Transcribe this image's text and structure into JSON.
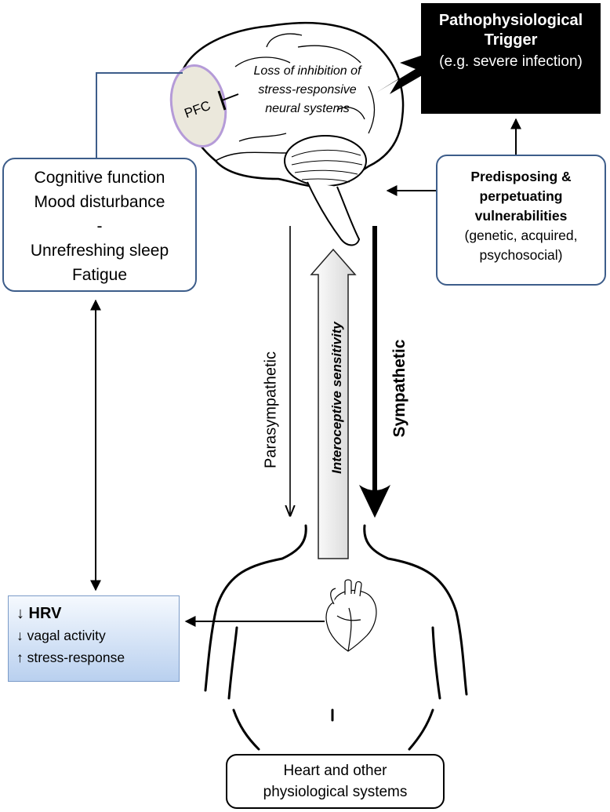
{
  "trigger": {
    "title": "Pathophysiological Trigger",
    "detail": "(e.g. severe infection)"
  },
  "vulnerabilities": {
    "title_line1": "Predisposing &",
    "title_line2": "perpetuating",
    "title_line3": "vulnerabilities",
    "detail_line1": "(genetic, acquired,",
    "detail_line2": "psychosocial)"
  },
  "symptoms": {
    "lines": [
      "Cognitive function",
      "Mood disturbance",
      "-",
      "Unrefreshing sleep",
      "Fatigue"
    ]
  },
  "brain": {
    "pfc_label": "PFC",
    "inhibition_line1": "Loss of  inhibition of",
    "inhibition_line2": "stress-responsive",
    "inhibition_line3": "neural systems"
  },
  "pathways": {
    "parasympathetic": "Parasympathetic",
    "sympathetic": "Sympathetic",
    "interoceptive": "Interoceptive sensitivity"
  },
  "hrv": {
    "title": "↓ HRV",
    "line1": "↓ vagal activity",
    "line2": "↑ stress-response",
    "fill_color": "#b9d0ef"
  },
  "body": {
    "label_line1": "Heart and other",
    "label_line2": "physiological systems"
  },
  "colors": {
    "box_border": "#3d5d8a",
    "pfc_fill": "#ebe8dc",
    "pfc_glow": "#b59bd8"
  }
}
